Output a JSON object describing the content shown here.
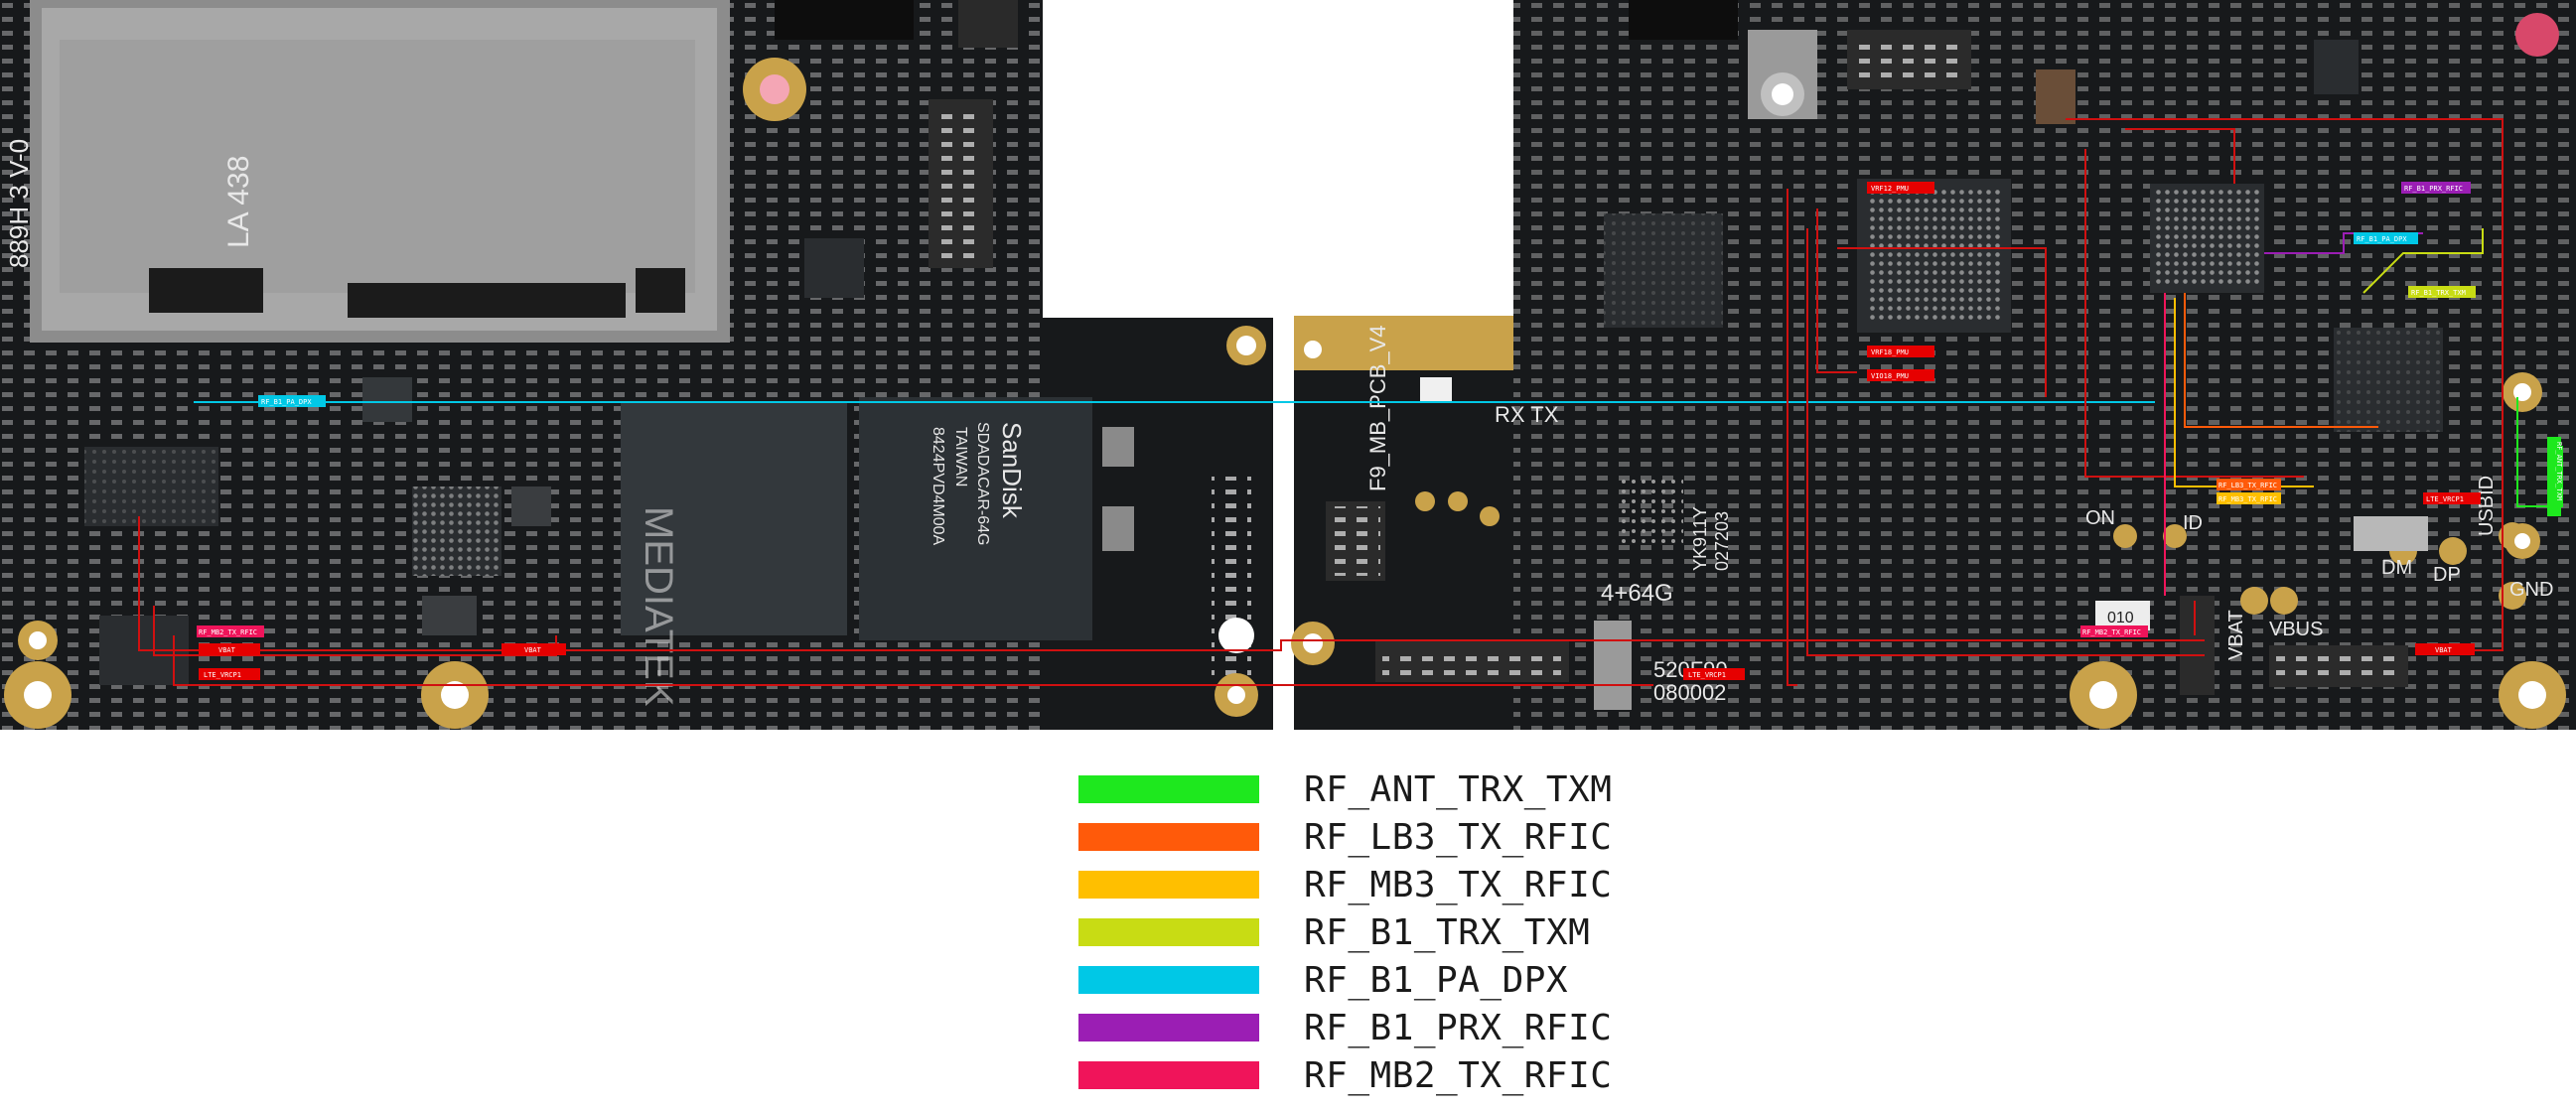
{
  "board": {
    "silkscreen": {
      "pcb_name": "F9_MB_PCB_V4",
      "rx_tx": "RX TX",
      "mem_label": "4+64G",
      "code1": "YK911Y",
      "code2": "027203",
      "code3": "520F90",
      "code4": "080002",
      "usbid": "USBID",
      "gnd": "GND",
      "vbat": "VBAT",
      "vbus": "VBUS",
      "dm": "DM",
      "dp": "DP",
      "on": "ON",
      "id": "ID",
      "c010": "010",
      "left_code": "889H 3 V-0",
      "sim_code": "LA 438",
      "chip_brand": "SanDisk",
      "chip_part": "SDADACAR-64G",
      "chip_origin": "TAIWAN",
      "chip_lot": "8424PVD4M00A",
      "mtk": "MEDIATEK"
    },
    "net_tags": {
      "vrf12_pmu": "VRF12_PMU",
      "vrf18_pmu": "VRF18_PMU",
      "vio18_pmu": "VIO18_PMU",
      "rf_b1_prx_rfic": "RF_B1_PRX_RFIC",
      "rf_b1_pa_dpx_right": "RF_B1_PA_DPX",
      "rf_b1_trx_txm": "RF_B1_TRX_TXM",
      "rf_lb3_tx_rfic": "RF_LB3_TX_RFIC",
      "rf_mb3_tx_rfic": "RF_MB3_TX_RFIC",
      "lte_vrcp1_right": "LTE_VRCP1",
      "rf_b1_pa_dpx_left": "RF_B1_PA_DPX",
      "rf_mb2_tx_rfic_left": "RF_MB2_TX_RFIC",
      "vbat_left": "VBAT",
      "lte_vrcp1_left": "LTE_VRCP1",
      "vbat_mid": "VBAT",
      "lte_vrcp1_mid": "LTE_VRCP1",
      "rf_mb2_tx_rfic_right": "RF_MB2_TX_RFIC",
      "vbat_right": "VBAT",
      "rf_ant_trx_txm": "RF_ANT_TRX_TXM"
    }
  },
  "legend": {
    "items": [
      {
        "label": "RF_ANT_TRX_TXM",
        "color": "#1ee81e"
      },
      {
        "label": "RF_LB3_TX_RFIC",
        "color": "#ff5a0a"
      },
      {
        "label": "RF_MB3_TX_RFIC",
        "color": "#ffbf00"
      },
      {
        "label": "RF_B1_TRX_TXM",
        "color": "#c8dc14"
      },
      {
        "label": "RF_B1_PA_DPX",
        "color": "#00c8e6"
      },
      {
        "label": "RF_B1_PRX_RFIC",
        "color": "#9b1eb4"
      },
      {
        "label": "RF_MB2_TX_RFIC",
        "color": "#f0145a"
      }
    ]
  },
  "colors": {
    "pcb": "#16181a",
    "pad": "#d9d9d9",
    "gold": "#c9a24a",
    "trace_red": "#d01010",
    "tag_red": "#e60000"
  }
}
